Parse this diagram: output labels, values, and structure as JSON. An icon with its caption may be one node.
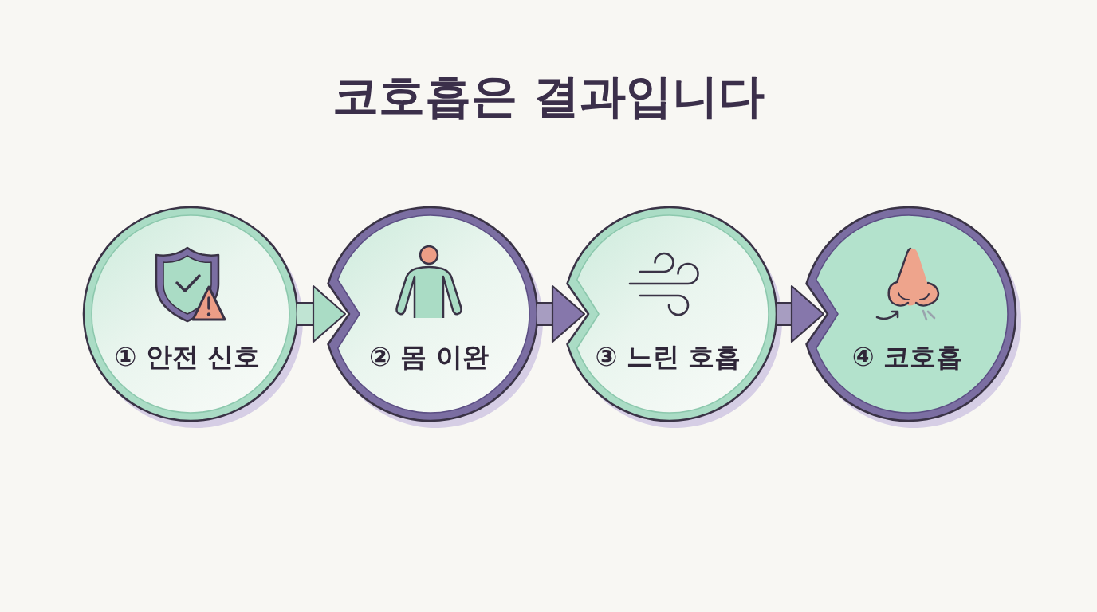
{
  "diagram": {
    "title": "코호흡은 결과입니다",
    "nodes": [
      {
        "text": [
          "① 안전 신호"
        ]
      },
      {
        "text": [
          "② 몸 이완"
        ]
      },
      {
        "text": [
          "③ 느린 호흡"
        ]
      },
      {
        "text": [
          "④ 코호흡"
        ]
      }
    ],
    "edges": [
      {
        "from": 0,
        "to": 1,
        "arrow": "to",
        "color": "#aadcc5"
      },
      {
        "from": 1,
        "to": 2,
        "arrow": "to"
      },
      {
        "from": 2,
        "to": 3,
        "arrow": "to"
      }
    ]
  }
}
